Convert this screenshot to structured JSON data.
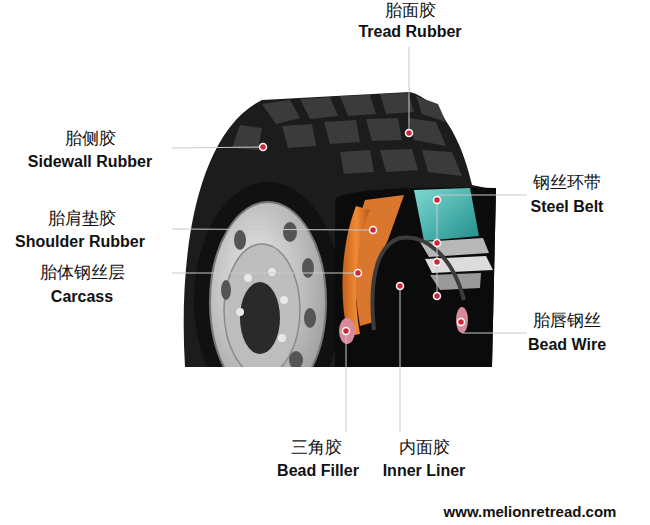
{
  "diagram": {
    "labels": [
      "胎面胶",
      "Tread Rubber",
      "胎侧胶",
      "Sidewall Rubber",
      "钢丝环带",
      "Steel Belt",
      "胎肩垫胶",
      "Shoulder Rubber",
      "胎体钢丝层",
      "Carcass",
      "胎唇钢丝",
      "Bead Wire",
      "三角胶",
      "Bead Filler",
      "内面胶",
      "Inner Liner",
      "www.melionretread.com"
    ]
  }
}
